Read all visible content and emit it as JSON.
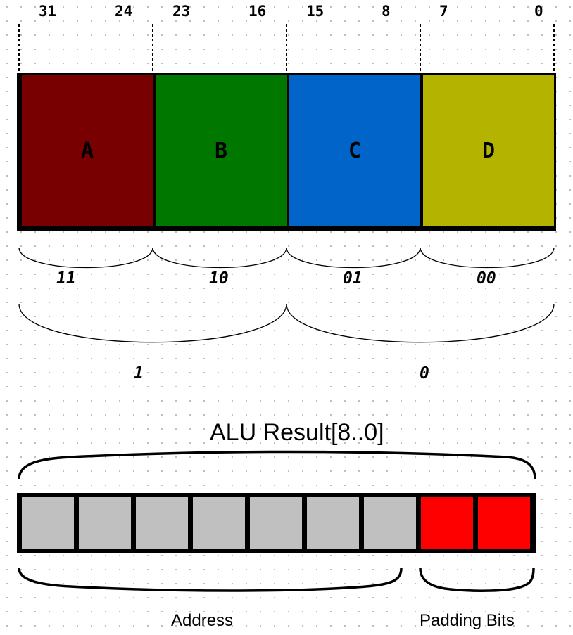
{
  "bit_numbers": [
    {
      "id": "b31",
      "text": "31"
    },
    {
      "id": "b24",
      "text": "24"
    },
    {
      "id": "b23",
      "text": "23"
    },
    {
      "id": "b16",
      "text": "16"
    },
    {
      "id": "b15",
      "text": "15"
    },
    {
      "id": "b8",
      "text": "8"
    },
    {
      "id": "b7",
      "text": "7"
    },
    {
      "id": "b0",
      "text": "0"
    }
  ],
  "segments": [
    {
      "label": "A",
      "color": "#780000",
      "index": "11"
    },
    {
      "label": "B",
      "color": "#007800",
      "index": "10"
    },
    {
      "label": "C",
      "color": "#0064c8",
      "index": "01"
    },
    {
      "label": "D",
      "color": "#b4b400",
      "index": "00"
    }
  ],
  "groups": [
    {
      "label": "1"
    },
    {
      "label": "0"
    }
  ],
  "alu": {
    "title": "ALU Result[8..0]",
    "address_label": "Address",
    "padding_label": "Padding Bits",
    "address_color": "#c0c0c0",
    "padding_color": "#ff0000",
    "address_cells": 7,
    "padding_cells": 2
  }
}
